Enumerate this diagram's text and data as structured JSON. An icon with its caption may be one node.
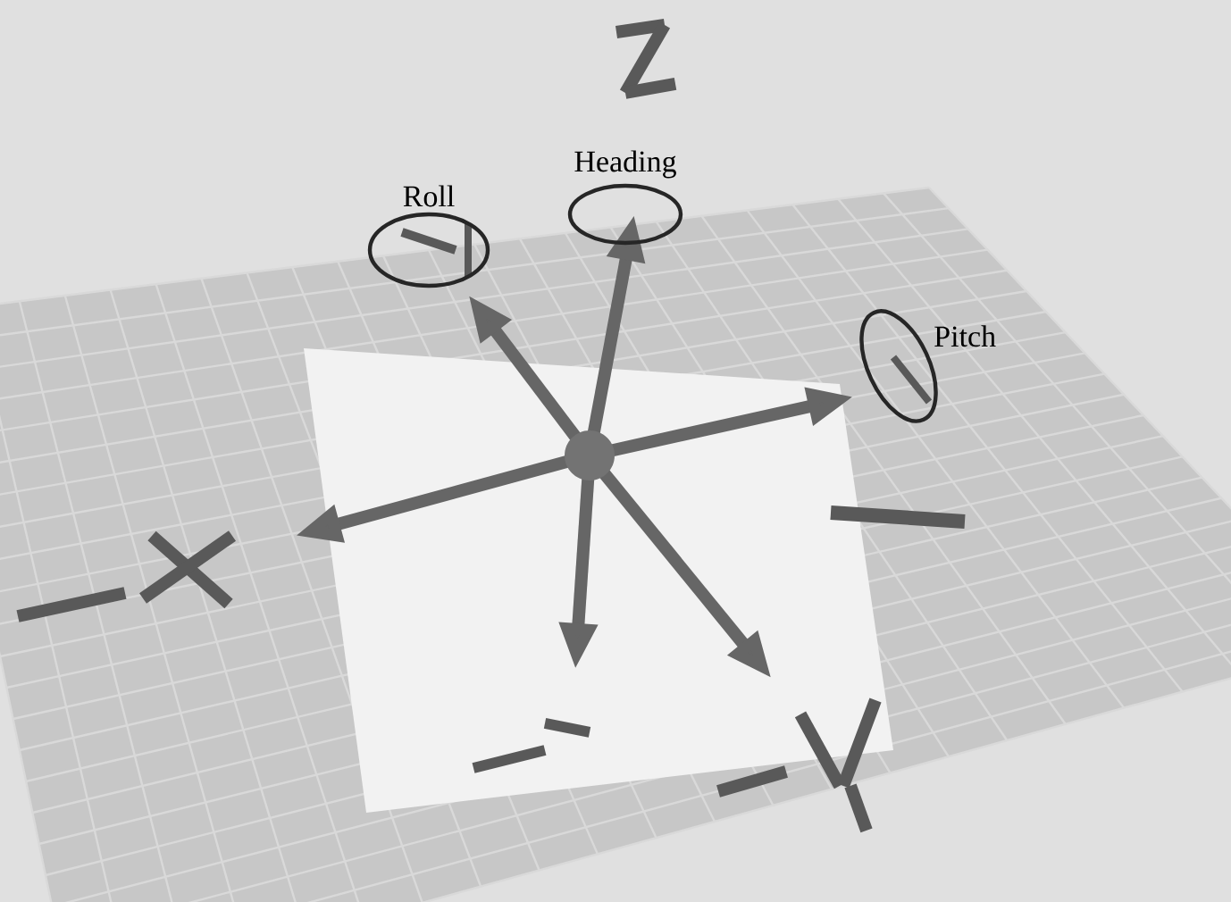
{
  "diagram": {
    "nodes": [
      {
        "text": [
          "Roll"
        ]
      },
      {
        "text": [
          "Heading"
        ]
      },
      {
        "text": [
          "Pitch"
        ]
      }
    ]
  }
}
